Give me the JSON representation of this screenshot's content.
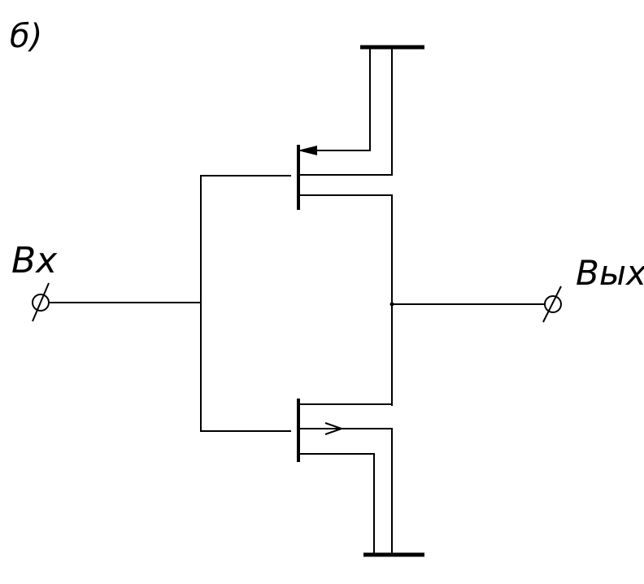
{
  "figure_label": "б)",
  "input_label": "Вх",
  "output_label": "Вых",
  "terminal_symbol": "⌀"
}
